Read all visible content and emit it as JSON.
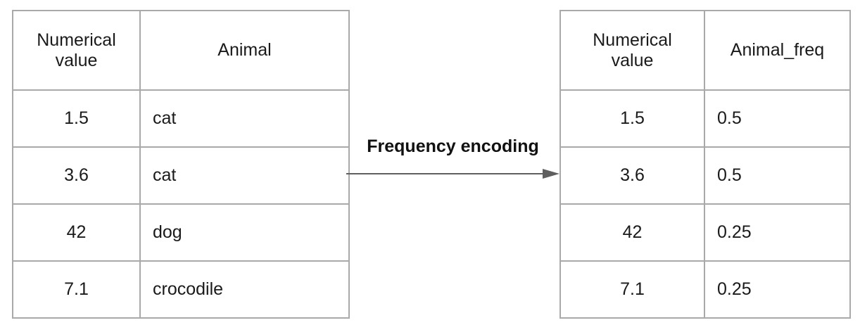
{
  "diagram": {
    "arrow_label": "Frequency encoding",
    "arrow_direction": "right"
  },
  "left_table": {
    "headers": [
      "Numerical value",
      "Animal"
    ],
    "rows": [
      [
        "1.5",
        "cat"
      ],
      [
        "3.6",
        "cat"
      ],
      [
        "42",
        "dog"
      ],
      [
        "7.1",
        "crocodile"
      ]
    ]
  },
  "right_table": {
    "headers": [
      "Numerical value",
      "Animal_freq"
    ],
    "rows": [
      [
        "1.5",
        "0.5"
      ],
      [
        "3.6",
        "0.5"
      ],
      [
        "42",
        "0.25"
      ],
      [
        "7.1",
        "0.25"
      ]
    ]
  },
  "colors": {
    "table_border": "#a9a9a9",
    "arrow": "#5f5f5f",
    "text": "#1a1a1a",
    "background": "#ffffff"
  }
}
